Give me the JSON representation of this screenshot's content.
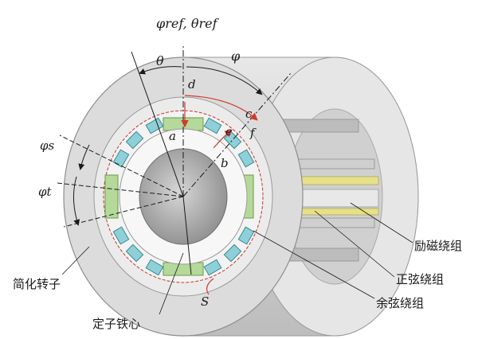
{
  "labels": {
    "phi_ref_theta_ref": "φref, θref",
    "theta": "θ",
    "phi": "φ",
    "d": "d",
    "c": "c",
    "a": "a",
    "e": "e",
    "f": "f",
    "b": "b",
    "phi_s": "φs",
    "phi_t": "φt",
    "S": "S"
  },
  "callouts": {
    "field_winding": "励磁绕组",
    "sine_winding": "正弦绕组",
    "cosine_winding": "余弦绕组",
    "simplified_rotor": "简化转子",
    "stator_core": "定子铁心"
  },
  "colors": {
    "tooth_green": "#b5d99a",
    "coil_blue": "#8fd0d8",
    "winding_yellow": "#e6e08a",
    "red_marks": "#d03a2a",
    "body_gray": "#d9d9d9"
  }
}
